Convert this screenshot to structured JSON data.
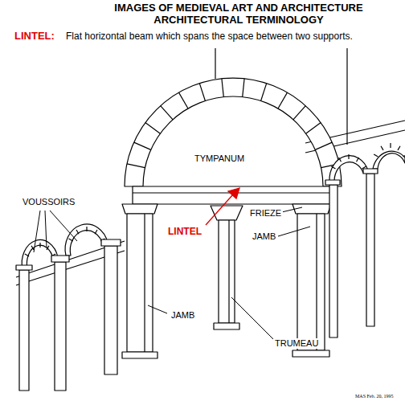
{
  "diagram": {
    "title": "IMAGES OF MEDIEVAL ART AND ARCHITECTURE ARCHITECTURAL TERMINOLOGY",
    "labels": [
      "LINTEL:",
      "Flat horizontal beam which spans the space between two supports.",
      "TYMPANUM",
      "VOUSSOIRS",
      "LINTEL",
      "FRIEZE",
      "JAMB",
      "JAMB",
      "TRUMEAU",
      "MAS  Feb. 20, 1995"
    ]
  }
}
